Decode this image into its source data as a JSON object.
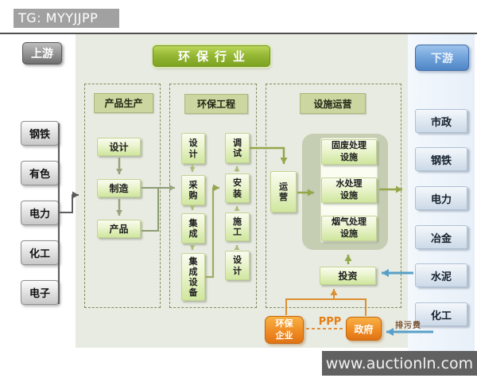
{
  "header": {
    "tag": "TG: MYYJJPP"
  },
  "watermark": {
    "text": "www.auctionln.com"
  },
  "industry": {
    "title": "环保行业"
  },
  "upstream": {
    "label": "上游",
    "items": [
      "钢铁",
      "有色",
      "电力",
      "化工",
      "电子"
    ]
  },
  "downstream": {
    "label": "下游",
    "items": [
      "市政",
      "钢铁",
      "电力",
      "冶金",
      "水泥",
      "化工"
    ]
  },
  "production": {
    "title": "产品生产",
    "steps": [
      "设计",
      "制造",
      "产品"
    ]
  },
  "engineering": {
    "title": "环保工程",
    "left_steps": [
      "设\n计",
      "采\n购",
      "集\n成",
      "集\n成\n设\n备"
    ],
    "right_steps": [
      "调\n试",
      "安\n装",
      "施\n工",
      "设\n计"
    ]
  },
  "operations": {
    "title": "设施运营",
    "operator": "运\n营",
    "facilities": [
      "固废处理\n设施",
      "水处理\n设施",
      "烟气处理\n设施"
    ],
    "investment": "投资"
  },
  "ppp": {
    "enterprise": "环保\n企业",
    "government": "政府",
    "mode": "PPP",
    "fee": "排污费"
  },
  "colors": {
    "industry_green": "#8fae2a",
    "process_box_green": "#d9eaa8",
    "ppp_orange": "#ec8a21",
    "downstream_blue": "#6f9cd4",
    "arrow_blue": "#58a0c8",
    "arrow_orange": "#dc8f33",
    "sage_background": "#e8ebe1"
  }
}
